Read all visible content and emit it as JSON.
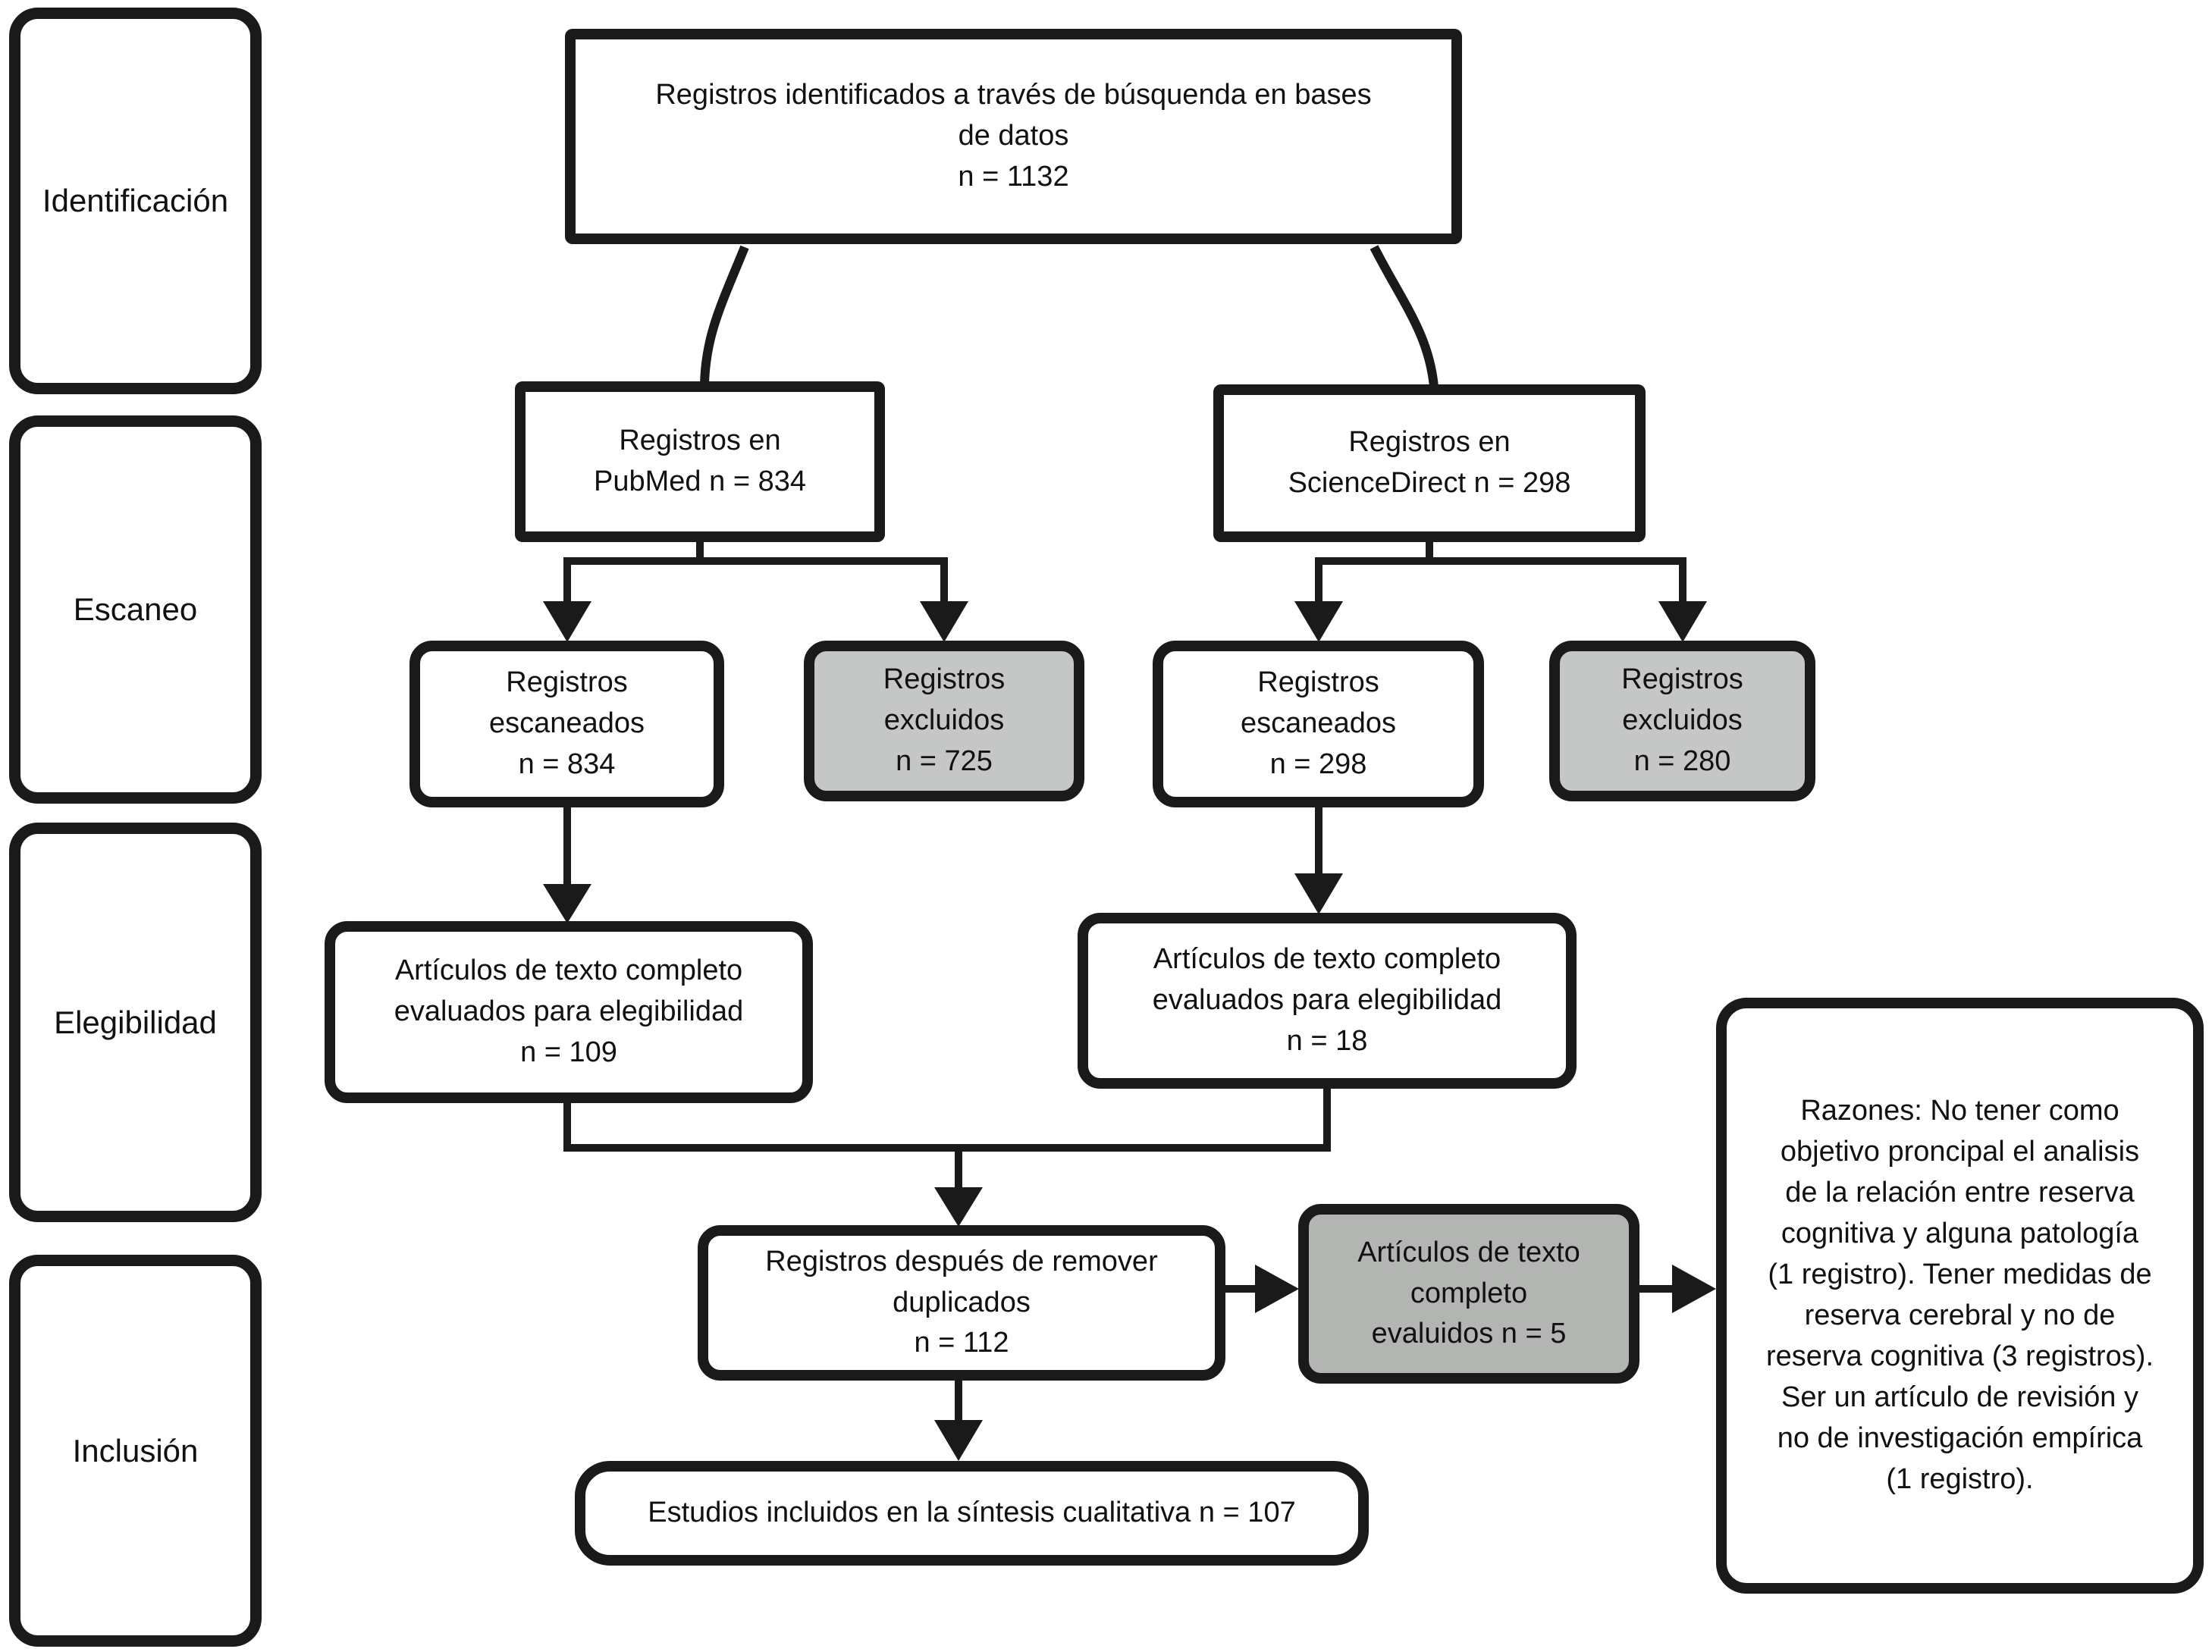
{
  "stages": [
    {
      "label": "Identificación"
    },
    {
      "label": "Escaneo"
    },
    {
      "label": "Elegibilidad"
    },
    {
      "label": "Inclusión"
    }
  ],
  "nodes": {
    "identified": {
      "text": "Registros identificados a través de búsquenda en bases\nde datos\nn = 1132",
      "count": 1132
    },
    "pubmed": {
      "text": "Registros en\nPubMed n = 834",
      "count": 834
    },
    "sciencedirect": {
      "text": "Registros en\nScienceDirect n = 298",
      "count": 298
    },
    "screened_pubmed": {
      "text": "Registros\nescaneados\nn = 834",
      "count": 834
    },
    "excluded_pubmed": {
      "text": "Registros\nexcluidos\nn = 725",
      "count": 725
    },
    "screened_sciencedirect": {
      "text": "Registros\nescaneados\nn = 298",
      "count": 298
    },
    "excluded_sciencedirect": {
      "text": "Registros\nexcluidos\nn = 280",
      "count": 280
    },
    "fulltext_pubmed": {
      "text": "Artículos de texto completo\nevaluados para elegibilidad\nn = 109",
      "count": 109
    },
    "fulltext_sciencedirect": {
      "text": "Artículos de texto completo\nevaluados para elegibilidad\nn = 18",
      "count": 18
    },
    "deduplicated": {
      "text": "Registros después de remover\nduplicados\nn = 112",
      "count": 112
    },
    "fulltext_excluded": {
      "text": "Artículos de texto\ncompleto\nevaluidos n = 5",
      "count": 5
    },
    "exclusion_reasons": {
      "text": "Razones: No tener como\nobjetivo proncipal el analisis\nde la relación entre reserva\ncognitiva y alguna patología\n(1 registro). Tener medidas de\nreserva cerebral y no de\nreserva cognitiva (3 registros).\nSer un artículo de revisión y\nno de investigación empírica\n(1 registro)."
    },
    "included": {
      "text": "Estudios incluidos en la síntesis cualitativa n = 107",
      "count": 107
    }
  },
  "colors": {
    "border_and_lines": "#1a1a1a",
    "excluded_box_fill": "#c5c7c6",
    "fulltext_excluded_box_fill": "#b3b5b3",
    "box_fill": "#ffffff",
    "text": "#111111"
  }
}
